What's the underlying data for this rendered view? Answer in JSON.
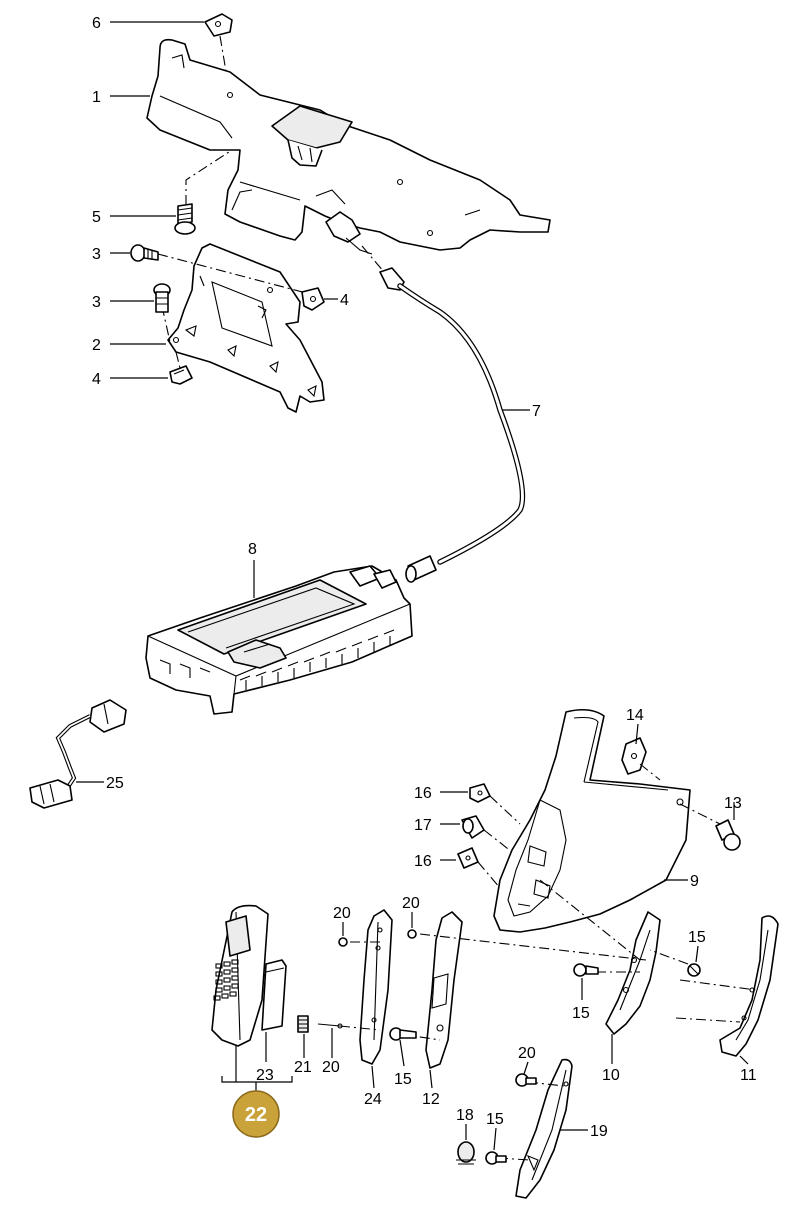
{
  "callouts": {
    "c6": "6",
    "c1": "1",
    "c5": "5",
    "c3a": "3",
    "c3b": "3",
    "c4a": "4",
    "c2": "2",
    "c4b": "4",
    "c7": "7",
    "c8": "8",
    "c25": "25",
    "c14": "14",
    "c13": "13",
    "c16a": "16",
    "c17": "17",
    "c16b": "16",
    "c9": "9",
    "c15a": "15",
    "c15b": "15",
    "c20a": "20",
    "c20b": "20",
    "c21": "21",
    "c20c": "20",
    "c15c": "15",
    "c23": "23",
    "c24": "24",
    "c12": "12",
    "c10": "10",
    "c11": "11",
    "c20d": "20",
    "c18": "18",
    "c15d": "15",
    "c19": "19"
  },
  "badge": {
    "label": "22",
    "color": "#c9a23a"
  }
}
